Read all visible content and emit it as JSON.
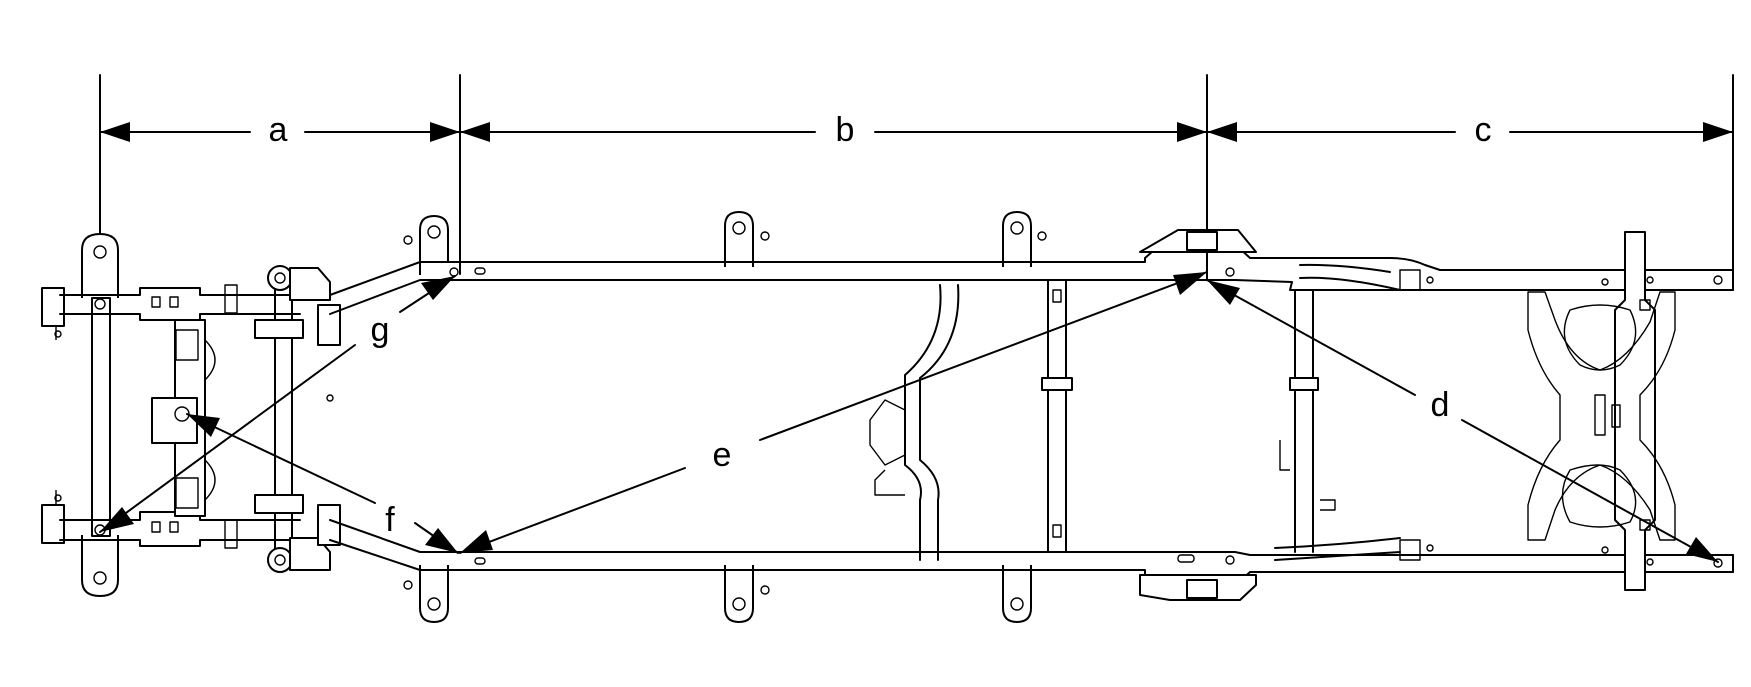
{
  "labels": {
    "a": "a",
    "b": "b",
    "c": "c",
    "d": "d",
    "e": "e",
    "f": "f",
    "g": "g"
  },
  "colors": {
    "line": "#000000",
    "background": "#ffffff"
  }
}
